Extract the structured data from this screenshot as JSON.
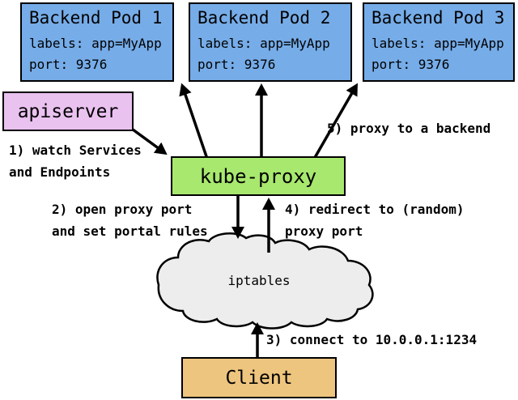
{
  "pods": [
    {
      "title": "Backend Pod 1",
      "labels_line": "labels: app=MyApp",
      "port_line": "port: 9376"
    },
    {
      "title": "Backend Pod 2",
      "labels_line": "labels: app=MyApp",
      "port_line": "port: 9376"
    },
    {
      "title": "Backend Pod 3",
      "labels_line": "labels: app=MyApp",
      "port_line": "port: 9376"
    }
  ],
  "apiserver": {
    "label": "apiserver"
  },
  "kube_proxy": {
    "label": "kube-proxy"
  },
  "iptables": {
    "label": "iptables"
  },
  "client": {
    "label": "Client"
  },
  "annotations": {
    "step1": "1) watch Services\nand Endpoints",
    "step2": "2) open proxy port\nand set portal rules",
    "step3": "3) connect to 10.0.0.1:1234",
    "step4": "4) redirect to (random)\nproxy port",
    "step5": "5) proxy to a backend"
  },
  "colors": {
    "pod_fill": "#76ACE8",
    "apiserver_fill": "#EAC2F0",
    "kube_proxy_fill": "#A8E86E",
    "client_fill": "#EEC57F",
    "cloud_fill": "#EDEDED",
    "border": "#000000",
    "arrow": "#000000",
    "background": "#FFFFFF"
  }
}
